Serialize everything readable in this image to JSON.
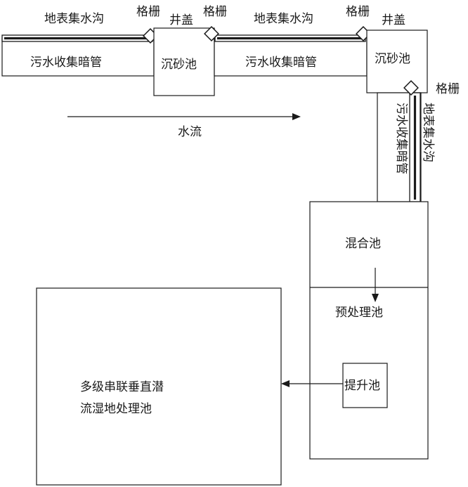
{
  "labels": {
    "surface_ditch": "地表集水沟",
    "grate": "格栅",
    "manhole_cover": "井盖",
    "sewage_pipe": "污水收集暗管",
    "grit_chamber": "沉砂池",
    "water_flow": "水流",
    "mixing_tank": "混合池",
    "pretreatment_tank": "预处理池",
    "lift_tank": "提升池",
    "wetland_line1": "多级串联垂直潜",
    "wetland_line2": "流湿地处理池"
  }
}
